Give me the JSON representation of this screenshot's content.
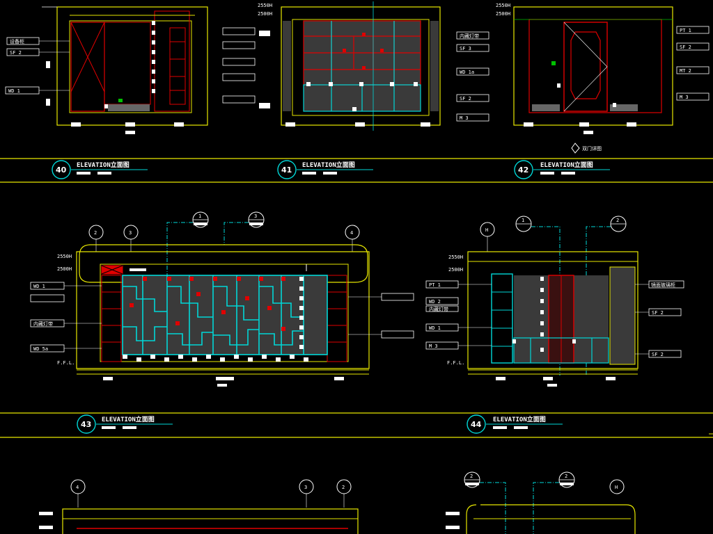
{
  "drawing": {
    "background": "#000000",
    "colors": {
      "yellow": "#e8e800",
      "cyan": "#00d8d8",
      "red": "#e00000",
      "white": "#ffffff",
      "green": "#00c000",
      "gray": "#888888"
    }
  },
  "elevations": [
    {
      "id": "40",
      "number": "40",
      "title": "ELEVATION立面图"
    },
    {
      "id": "41",
      "number": "41",
      "title": "ELEVATION立面图"
    },
    {
      "id": "42",
      "number": "42",
      "title": "ELEVATION立面图"
    },
    {
      "id": "43",
      "number": "43",
      "title": "ELEVATION立面图"
    },
    {
      "id": "44",
      "number": "44",
      "title": "ELEVATION立面图"
    }
  ],
  "annotations": {
    "a40": [
      "设备柜",
      "SF 2",
      "WD 1"
    ],
    "a41_heights": [
      "2550H",
      "2500H"
    ],
    "a40_heights": [
      "2550H",
      "2500H"
    ],
    "a42_left": [
      "内藏灯带",
      "SF 3",
      "WD 1a",
      "SF 2",
      "M 3"
    ],
    "a42_right": [
      "PT 1",
      "SF 2",
      "MT 2",
      "M 3"
    ],
    "a42_note": "双门详图",
    "a43_left": [
      "WD 1",
      "内藏灯带",
      "WD 5a"
    ],
    "a43_heights": [
      "2550H",
      "2500H"
    ],
    "a43_ffl": "F.F.L.",
    "a44_left": [
      "PT 1",
      "WD 2",
      "内藏灯带",
      "WD 1",
      "M 3"
    ],
    "a44_right": [
      "镜面玻璃柜",
      "SF 2",
      "SF 2"
    ],
    "a44_heights": [
      "2550H",
      "2500H"
    ],
    "a44_ffl": "F.F.L."
  },
  "grid_markers": {
    "e43": [
      "2",
      "3",
      "4"
    ],
    "e43_sections": [
      "1",
      "3"
    ],
    "e44": [
      "H"
    ],
    "e44_sections": [
      "1",
      "2"
    ],
    "lower_left": [
      "4",
      "3",
      "2"
    ],
    "lower_right": [
      "2",
      "2",
      "H"
    ]
  }
}
